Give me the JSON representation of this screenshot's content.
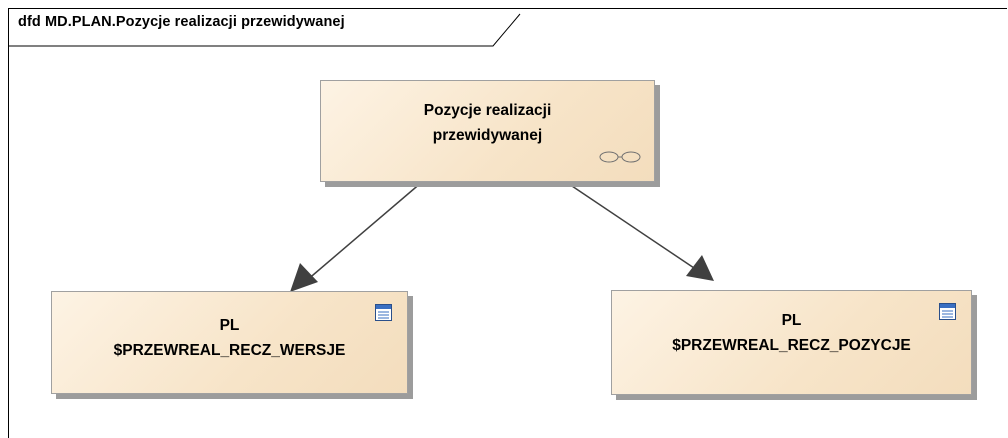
{
  "diagram": {
    "frame_title": "dfd MD.PLAN.Pozycje realizacji przewidywanej"
  },
  "nodes": {
    "process": {
      "lines": [
        "Pozycje realizacji",
        "przewidywanej"
      ],
      "icon": "process-link-icon"
    },
    "store_left": {
      "lines": [
        "PL",
        "$PRZEWREAL_RECZ_WERSJE"
      ],
      "icon": "table-icon"
    },
    "store_right": {
      "lines": [
        "PL",
        "$PRZEWREAL_RECZ_POZYCJE"
      ],
      "icon": "table-icon"
    }
  },
  "edges": [
    {
      "from": "process",
      "to": "store_left"
    },
    {
      "from": "process",
      "to": "store_right"
    }
  ],
  "colors": {
    "node_fill_light": "#fdf3e4",
    "node_fill_dark": "#f3ddbd",
    "shadow": "#9c9c9c",
    "connector": "#404040"
  }
}
